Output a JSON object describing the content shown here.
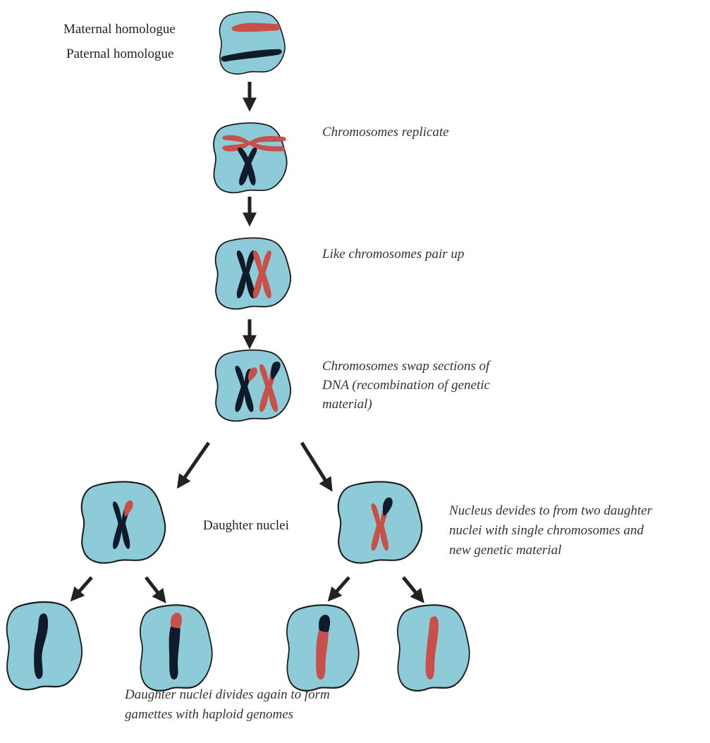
{
  "colors": {
    "cell_fill": "#8ecbd8",
    "maternal": "#c8504a",
    "paternal": "#0f1a2b",
    "arrow": "#222222"
  },
  "labels": {
    "maternal_homologue": "Maternal homologue",
    "paternal_homologue": "Paternal homologue",
    "replicate": "Chromosomes replicate",
    "pair_up": "Like chromosomes pair up",
    "swap_line1": "Chromosomes swap sections of",
    "swap_line2": "DNA (recombination of genetic",
    "swap_line3": "material)",
    "daughter_nuclei": "Daughter nuclei",
    "divides_line1": "Nucleus devides to from two daughter",
    "divides_line2": "nuclei with single chromosomes and",
    "divides_line3": "new genetic material",
    "gametes_line1": "Daughter nuclei divides again to form",
    "gametes_line2": "gamettes with haploid genomes"
  }
}
